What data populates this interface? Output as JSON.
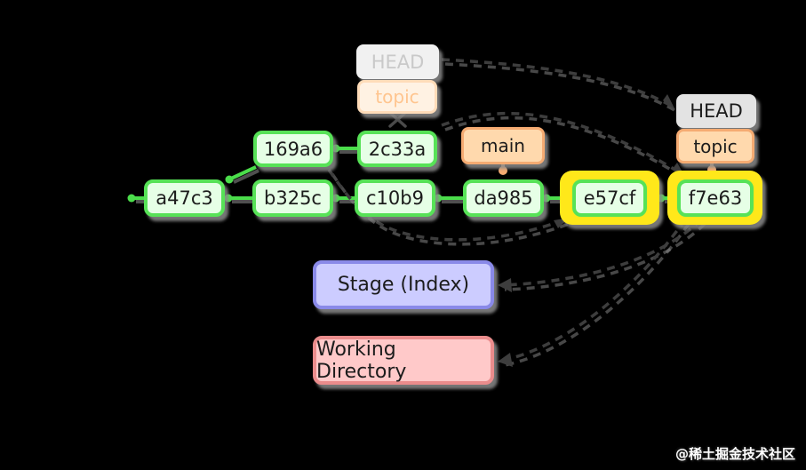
{
  "title": "git rebase diagram",
  "colors": {
    "bg": "#000000",
    "node_fill": "#e6ffe6",
    "node_border": "#57e257",
    "arrow_green": "#4bdd4b",
    "highlight": "#ffe81a",
    "ref_fill": "#ffd9ad",
    "ref_border": "#f5ab72",
    "head_fill": "#e3e3e3",
    "stage_fill": "#ccccff",
    "stage_border": "#8989e8",
    "work_fill": "#ffc9c9",
    "work_border": "#ea8c8c",
    "dash_color": "#3d3d3d"
  },
  "commits": [
    {
      "label": "a47c3"
    },
    {
      "label": "b325c"
    },
    {
      "label": "c10b9"
    },
    {
      "label": "da985"
    },
    {
      "label": "e57cf",
      "highlighted": true
    },
    {
      "label": "f7e63",
      "highlighted": true
    },
    {
      "label": "169a6"
    },
    {
      "label": "2c33a"
    }
  ],
  "refs": {
    "old_head": "HEAD",
    "old_topic": "topic",
    "new_head": "HEAD",
    "new_topic": "topic",
    "main": "main"
  },
  "areas": {
    "stage": "Stage (Index)",
    "working": "Working Directory"
  },
  "watermark": "@稀土掘金技术社区"
}
